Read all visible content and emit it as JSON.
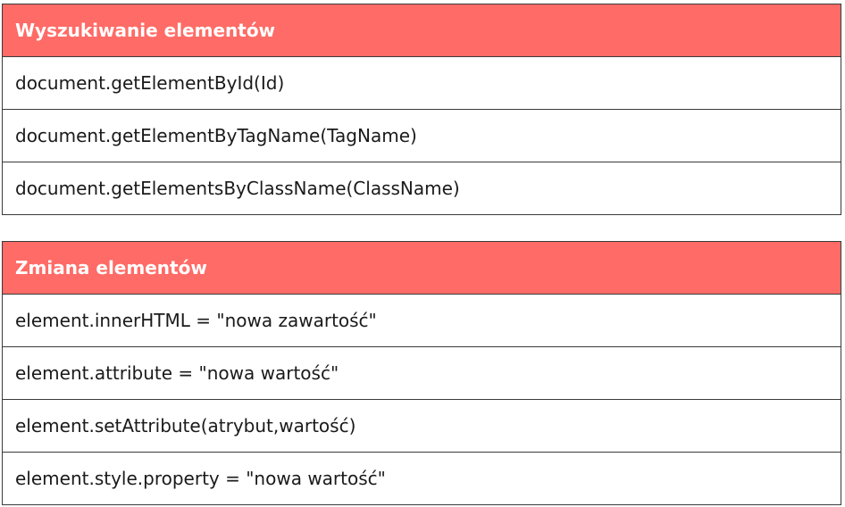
{
  "tables": [
    {
      "header": "Wyszukiwanie elementów",
      "rows": [
        "document.getElementById(Id)",
        "document.getElementByTagName(TagName)",
        "document.getElementsByClassName(ClassName)"
      ]
    },
    {
      "header": "Zmiana elementów",
      "rows": [
        "element.innerHTML = \"nowa zawartość\"",
        "element.attribute = \"nowa wartość\"",
        "element.setAttribute(atrybut,wartość)",
        "element.style.property = \"nowa wartość\""
      ]
    }
  ],
  "colors": {
    "header_bg": "#ff6b66",
    "header_text": "#ffffff",
    "border": "#3a3a3a"
  }
}
